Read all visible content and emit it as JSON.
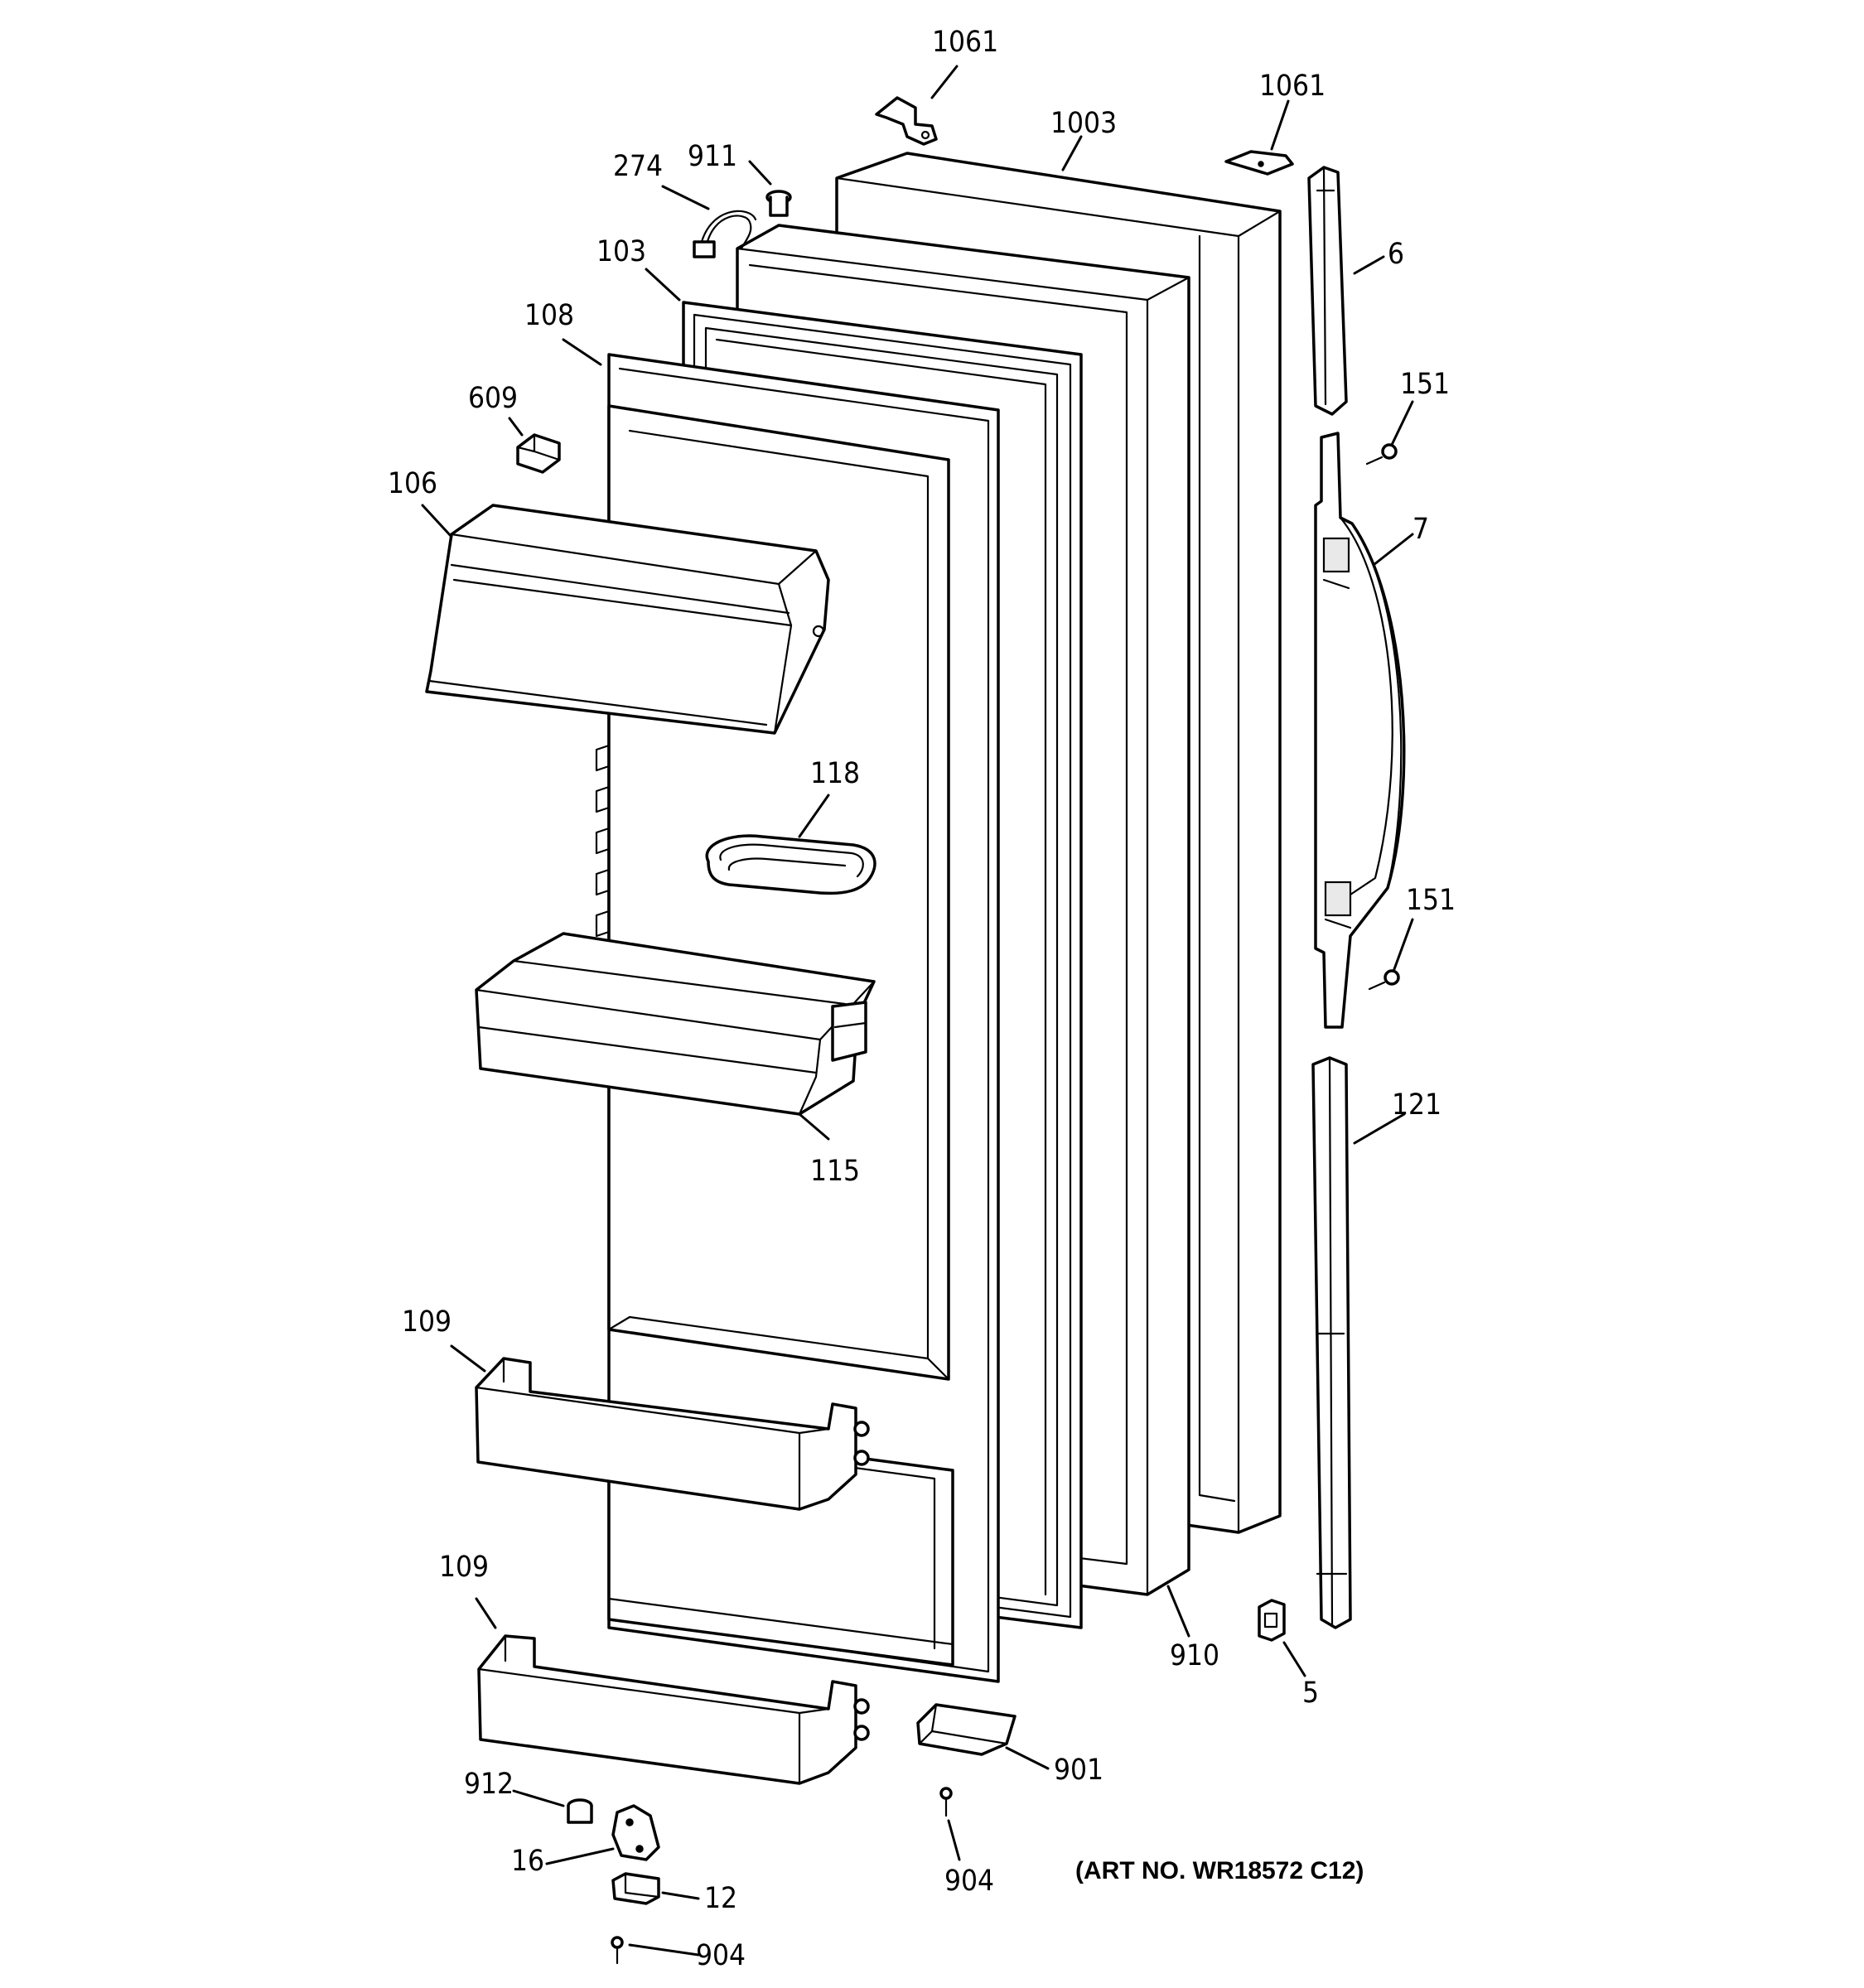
{
  "callouts": {
    "c1061a": "1061",
    "c1061b": "1061",
    "c1003": "1003",
    "c911": "911",
    "c274": "274",
    "c103": "103",
    "c108": "108",
    "c609": "609",
    "c106": "106",
    "c6": "6",
    "c151a": "151",
    "c151b": "151",
    "c7": "7",
    "c118": "118",
    "c115": "115",
    "c121": "121",
    "c109a": "109",
    "c109b": "109",
    "c910": "910",
    "c5": "5",
    "c901": "901",
    "c904a": "904",
    "c904b": "904",
    "c912": "912",
    "c16": "16",
    "c12": "12"
  },
  "art_number": "(ART NO. WR18572 C12)"
}
